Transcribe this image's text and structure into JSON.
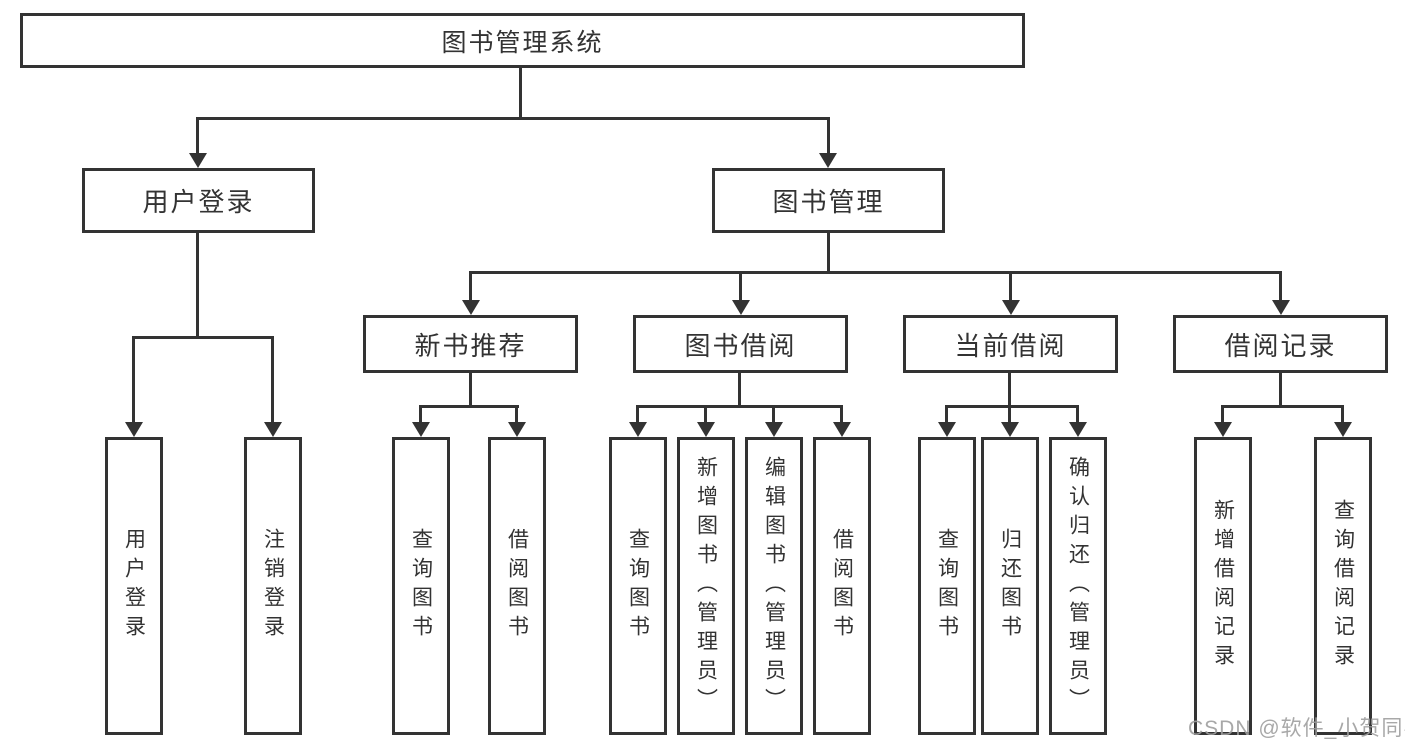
{
  "diagram": {
    "root": {
      "label": "图书管理系统"
    },
    "level2": [
      {
        "label": "用户登录"
      },
      {
        "label": "图书管理"
      }
    ],
    "level3": [
      {
        "label": "新书推荐"
      },
      {
        "label": "图书借阅"
      },
      {
        "label": "当前借阅"
      },
      {
        "label": "借阅记录"
      }
    ],
    "leaves": {
      "user_login": [
        {
          "label": "用户登录"
        },
        {
          "label": "注销登录"
        }
      ],
      "new_book_rec": [
        {
          "label": "查询图书"
        },
        {
          "label": "借阅图书"
        }
      ],
      "book_borrow": [
        {
          "label": "查询图书"
        },
        {
          "label": "新增图书（管理员）"
        },
        {
          "label": "编辑图书（管理员）"
        },
        {
          "label": "借阅图书"
        }
      ],
      "current_borrow": [
        {
          "label": "查询图书"
        },
        {
          "label": "归还图书"
        },
        {
          "label": "确认归还（管理员）"
        }
      ],
      "borrow_record": [
        {
          "label": "新增借阅记录"
        },
        {
          "label": "查询借阅记录"
        }
      ]
    }
  },
  "watermark": {
    "text": "CSDN @软件_小贺同学"
  },
  "colors": {
    "line": "#333333",
    "text": "#333333",
    "background": "#ffffff",
    "watermark": "#9e9e9e"
  }
}
